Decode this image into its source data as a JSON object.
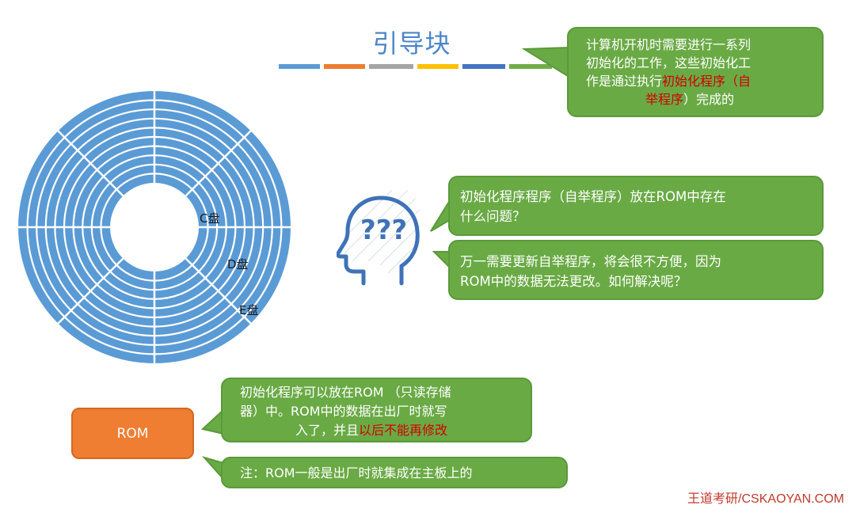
{
  "title": "引导块",
  "title_bar_colors": [
    "#5b9bd5",
    "#ed7d31",
    "#a5a5a5",
    "#ffc000",
    "#4472c4",
    "#70ad47"
  ],
  "disk": {
    "partitions": [
      "C盘",
      "D盘",
      "E盘"
    ],
    "color": "#5b9bd5"
  },
  "callout_top": {
    "line1": "计算机开机时需要进行一系列",
    "line2": "初始化的工作，这些初始化工",
    "line3_prefix": "作是通过执行",
    "line3_red": "初始化程序（自",
    "line4_red": "举程序",
    "line4_suffix": "）完成的"
  },
  "question_bubble": {
    "line1": "初始化程序程序（自举程序）放在ROM中存在",
    "line2": "什么问题？"
  },
  "answer_bubble": {
    "line1": "万一需要更新自举程序，将会很不方便，因为",
    "line2": "ROM中的数据无法更改。如何解决呢？"
  },
  "head_icon": {
    "question_marks": "???"
  },
  "rom": {
    "label": "ROM"
  },
  "rom_callout": {
    "line1": "初始化程序可以放在ROM （只读存储",
    "line2": "器）中。ROM中的数据在出厂时就写",
    "line3_prefix": "入了，并且",
    "line3_red": "以后不能再修改"
  },
  "note": "注：ROM一般是出厂时就集成在主板上的",
  "footer": "王道考研/CSKAOYAN.COM",
  "colors": {
    "accent_blue": "#4a86c8",
    "callout_green": "#6aaa45",
    "rom_orange": "#ef7d32",
    "highlight_red": "#d40000",
    "head_icon_blue": "#3f72b8",
    "footer_red": "#c0392b"
  }
}
